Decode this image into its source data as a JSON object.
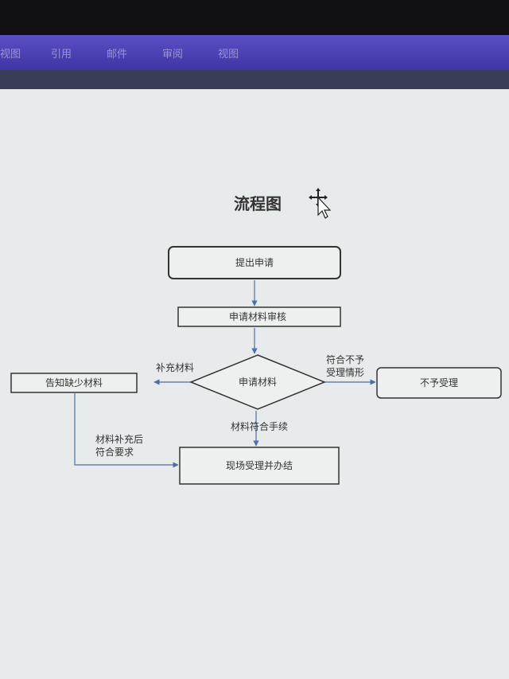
{
  "menu": {
    "tabs": [
      "视图",
      "引用",
      "邮件",
      "审阅",
      "视图"
    ]
  },
  "document": {
    "title": "流程图",
    "nodes": {
      "submit": "提出申请",
      "review": "申请材料审核",
      "decision": "申请材料",
      "notify": "告知缺少材料",
      "reject": "不予受理",
      "accept": "现场受理并办结"
    },
    "edges": {
      "supplement": "补充材料",
      "not_qualified_line1": "符合不予",
      "not_qualified_line2": "受理情形",
      "qualified": "材料符合手续",
      "after_supp_line1": "材料补充后",
      "after_supp_line2": "符合要求"
    }
  },
  "colors": {
    "ribbon": "#4a40b8",
    "connector": "#4f6fa8",
    "box_border": "#333333",
    "page": "#e8ebeb"
  },
  "icons": {
    "cursor": "move-cursor-icon"
  }
}
